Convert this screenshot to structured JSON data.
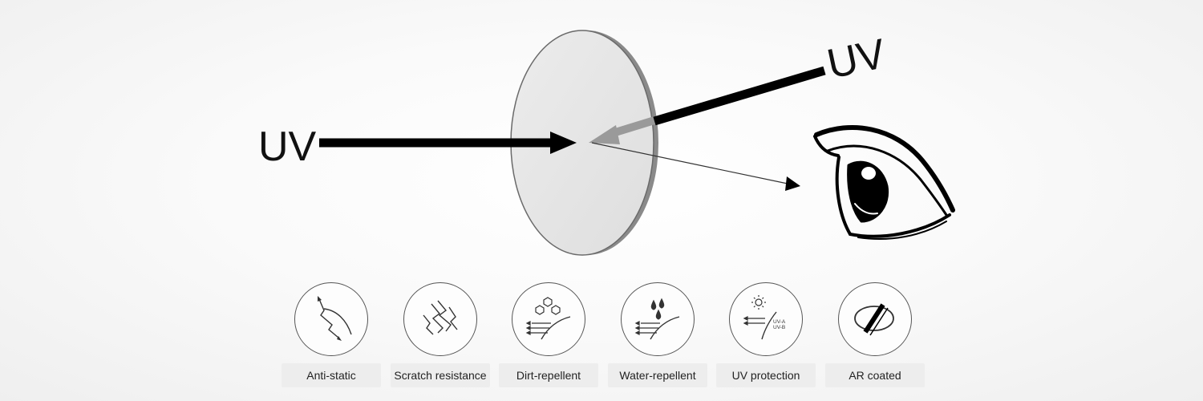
{
  "diagram": {
    "uv_incoming_label": "UV",
    "uv_reflected_label": "UV"
  },
  "features": [
    {
      "icon": "anti-static-icon",
      "label": "Anti-static"
    },
    {
      "icon": "scratch-resistance-icon",
      "label": "Scratch resistance"
    },
    {
      "icon": "dirt-repellent-icon",
      "label": "Dirt-repellent"
    },
    {
      "icon": "water-repellent-icon",
      "label": "Water-repellent"
    },
    {
      "icon": "uv-protection-icon",
      "label": "UV protection",
      "icon_text": [
        "UV-A",
        "UV-B"
      ]
    },
    {
      "icon": "ar-coated-icon",
      "label": "AR coated"
    }
  ]
}
